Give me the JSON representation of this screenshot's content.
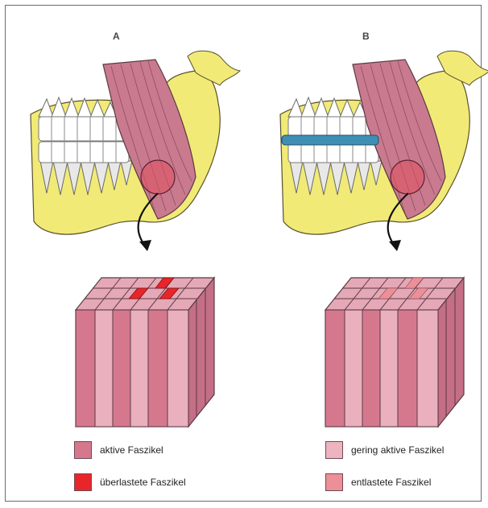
{
  "panels": [
    {
      "label": "A"
    },
    {
      "label": "B"
    }
  ],
  "legend": [
    {
      "text": "aktive Faszikel",
      "color": "#d5788e"
    },
    {
      "text": "überlastete Faszikel",
      "color": "#e8262a"
    },
    {
      "text": "gering aktive Faszikel",
      "color": "#eeb3c1"
    },
    {
      "text": "entlastete Faszikel",
      "color": "#ec8f98"
    }
  ],
  "colors": {
    "bone": "#f1ea76",
    "muscle": "#c97a8e",
    "splint": "#3f8fb5",
    "outline": "#5a3a44"
  },
  "icons": [
    "arrow-down-icon"
  ]
}
